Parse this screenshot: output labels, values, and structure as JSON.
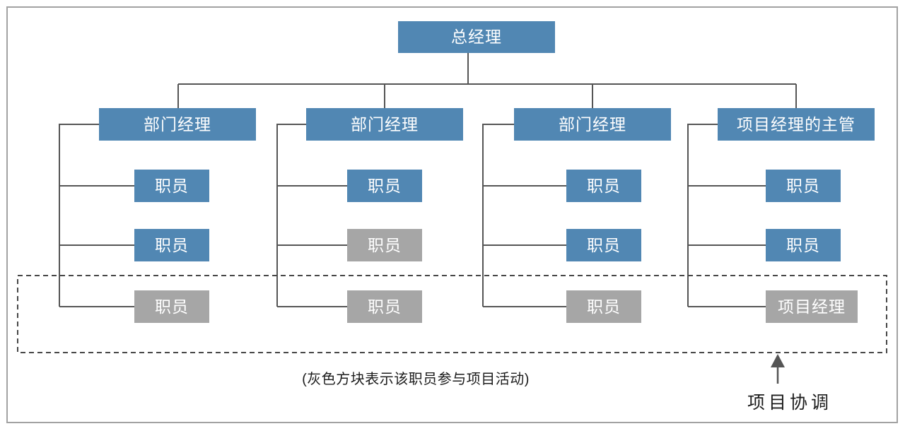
{
  "diagram": {
    "root_label": "总经理",
    "columns": [
      {
        "manager_label": "部门经理",
        "staff": [
          {
            "label": "职员",
            "variant": "blue"
          },
          {
            "label": "职员",
            "variant": "blue"
          },
          {
            "label": "职员",
            "variant": "gray"
          }
        ]
      },
      {
        "manager_label": "部门经理",
        "staff": [
          {
            "label": "职员",
            "variant": "blue"
          },
          {
            "label": "职员",
            "variant": "gray"
          },
          {
            "label": "职员",
            "variant": "gray"
          }
        ]
      },
      {
        "manager_label": "部门经理",
        "staff": [
          {
            "label": "职员",
            "variant": "blue"
          },
          {
            "label": "职员",
            "variant": "blue"
          },
          {
            "label": "职员",
            "variant": "gray"
          }
        ]
      },
      {
        "manager_label": "项目经理的主管",
        "staff": [
          {
            "label": "职员",
            "variant": "blue"
          },
          {
            "label": "职员",
            "variant": "blue"
          },
          {
            "label": "项目经理",
            "variant": "gray"
          }
        ]
      }
    ],
    "caption": "(灰色方块表示该职员参与项目活动)",
    "arrow_label": "项目协调",
    "colors": {
      "blue": "#5187b3",
      "gray": "#a6a6a6",
      "line": "#555555",
      "dash": "#474747"
    }
  }
}
